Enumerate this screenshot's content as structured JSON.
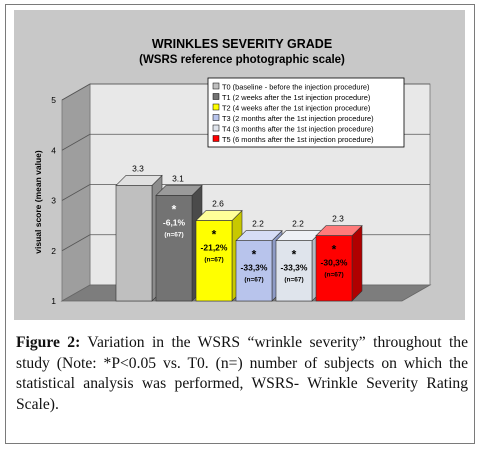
{
  "chart_data": {
    "type": "bar",
    "title": "WRINKLES SEVERITY GRADE",
    "subtitle": "(WSRS reference photographic scale)",
    "ylabel": "visual score (mean value)",
    "xlabel": "",
    "ylim": [
      1,
      5
    ],
    "yticks": [
      "1",
      "2",
      "3",
      "4",
      "5"
    ],
    "grid": true,
    "legend_position": "top-right",
    "categories": [
      "T0",
      "T1",
      "T2",
      "T3",
      "T4",
      "T5"
    ],
    "values": [
      3.3,
      3.1,
      2.6,
      2.2,
      2.2,
      2.3
    ],
    "value_labels": [
      "3.3",
      "3.1",
      "2.6",
      "2.2",
      "2.2",
      "2.3"
    ],
    "annotations": [
      {
        "star": "",
        "pct": "",
        "n": ""
      },
      {
        "star": "*",
        "pct": "-6,1%",
        "n": "(n=67)"
      },
      {
        "star": "*",
        "pct": "-21,2%",
        "n": "(n=67)"
      },
      {
        "star": "*",
        "pct": "-33,3%",
        "n": "(n=67)"
      },
      {
        "star": "*",
        "pct": "-33,3%",
        "n": "(n=67)"
      },
      {
        "star": "*",
        "pct": "-30,3%",
        "n": "(n=67)"
      }
    ],
    "legend": [
      "T0 (baseline - before the injection procedure)",
      "T1 (2 weeks after the 1st injection procedure)",
      "T2 (4 weeks after the 1st injection procedure)",
      "T3 (2 months after the 1st injection procedure)",
      "T4 (3 months after the 1st injection procedure)",
      "T5 (6 months after the 1st injection procedure)"
    ],
    "colors": {
      "front": [
        "#bfbfbf",
        "#737373",
        "#ffff00",
        "#b8c4ec",
        "#dfe4ec",
        "#ff0000"
      ],
      "top": [
        "#e0e0e0",
        "#9a9a9a",
        "#ffff99",
        "#d6ddf6",
        "#eef1f6",
        "#ff7a7a"
      ],
      "side": [
        "#8c8c8c",
        "#4a4a4a",
        "#c8c800",
        "#8e9bc6",
        "#b4bac4",
        "#b00000"
      ],
      "plot_bg": "#e8e8e8",
      "outer_bg": "#c8c8c8"
    }
  },
  "caption": {
    "label": "Figure 2:",
    "text": "Variation in the WSRS “wrinkle severity” throughout the study (Note: *P<0.05 vs. T0. (n=) number of subjects on which the statistical analysis was performed, WSRS- Wrinkle Severity Rating Scale)."
  }
}
